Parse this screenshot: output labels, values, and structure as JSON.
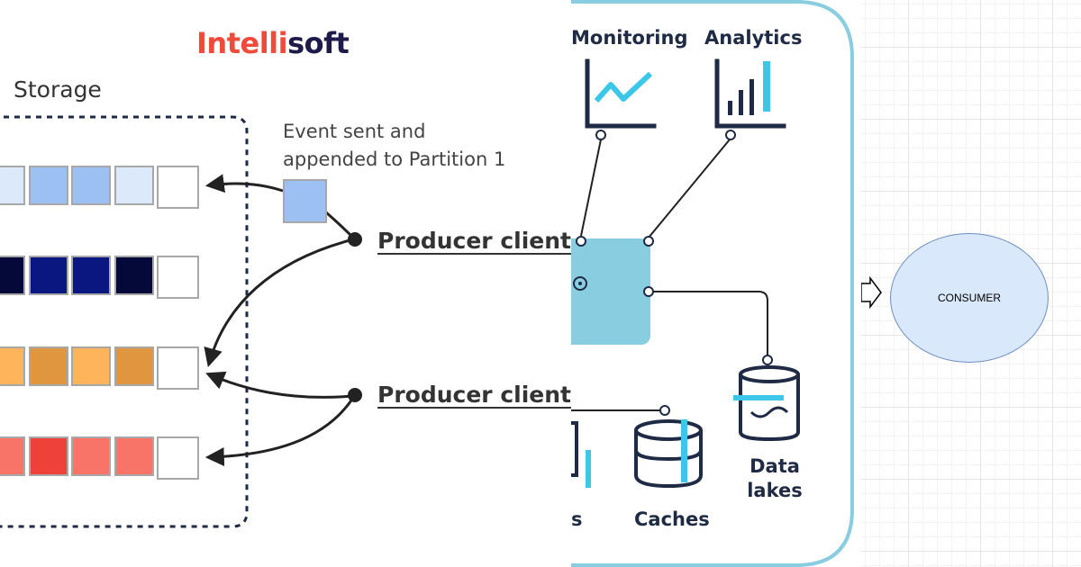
{
  "left_panel": {
    "logo": {
      "part1": "Intelli",
      "part2": "soft"
    },
    "storage_label": "Storage",
    "event_label_line1": "Event sent and",
    "event_label_line2": "appended to Partition 1",
    "producer_1_label": "Producer client",
    "producer_2_label": "Producer client",
    "partitions": [
      {
        "colors": [
          "#dce9fb",
          "#9dc0f3",
          "#9dc0f3",
          "#dce9fb",
          "#ffffff"
        ]
      },
      {
        "colors": [
          "#05093a",
          "#0a1780",
          "#0a1780",
          "#05093a",
          "#ffffff"
        ]
      },
      {
        "colors": [
          "#fdb45a",
          "#e0963e",
          "#fdb45a",
          "#e0963e",
          "#ffffff"
        ]
      },
      {
        "colors": [
          "#f87469",
          "#ee4138",
          "#f87469",
          "#f87469",
          "#ffffff"
        ]
      }
    ],
    "event_box_color": "#9dc0f3"
  },
  "middle_panel": {
    "labels": {
      "monitoring": "Monitoring",
      "analytics": "Analytics",
      "caches": "Caches",
      "data_lakes_line1": "Data",
      "data_lakes_line2": "lakes",
      "partial_s": "s"
    },
    "accent_color": "#89cde0",
    "icon_color": "#1f2a44",
    "icon_accent": "#3cc6e8"
  },
  "right_panel": {
    "consumer_label": "CONSUMER"
  }
}
